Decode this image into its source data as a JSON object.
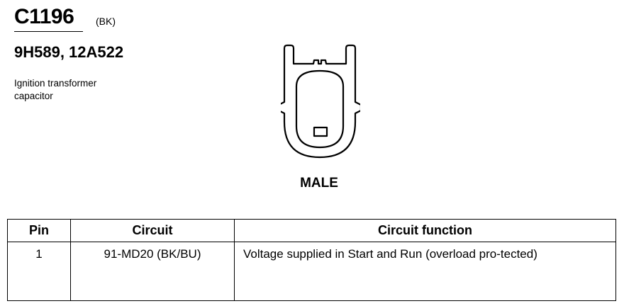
{
  "header": {
    "connector_id": "C1196",
    "connector_color": "(BK)",
    "part_numbers": "9H589, 12A522",
    "description": "Ignition transformer capacitor"
  },
  "drawing": {
    "gender_label": "MALE",
    "icon": "connector-face-icon"
  },
  "pin_table": {
    "columns": [
      "Pin",
      "Circuit",
      "Circuit function"
    ],
    "rows": [
      {
        "pin": "1",
        "circuit": "91-MD20 (BK/BU)",
        "function": "Voltage supplied in Start and Run (overload pro-tected)"
      }
    ]
  }
}
